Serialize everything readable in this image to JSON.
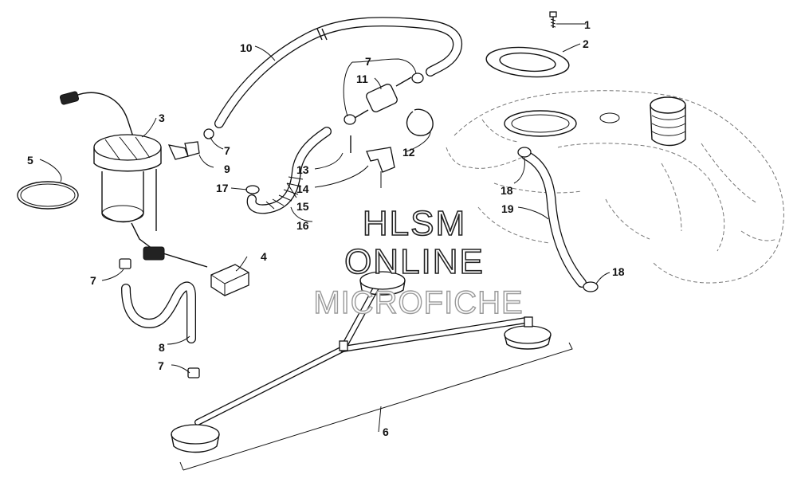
{
  "watermark": {
    "line1": "HLSM",
    "line2": "ONLINE",
    "line3": "MICROFICHE"
  },
  "callouts": {
    "c1": "1",
    "c2": "2",
    "c3": "3",
    "c4": "4",
    "c5": "5",
    "c6": "6",
    "c7a": "7",
    "c7b": "7",
    "c7c": "7",
    "c7d": "7",
    "c8": "8",
    "c9": "9",
    "c10": "10",
    "c11": "11",
    "c12": "12",
    "c13": "13",
    "c14": "14",
    "c15": "15",
    "c16": "16",
    "c17": "17",
    "c18a": "18",
    "c18b": "18",
    "c19": "19"
  }
}
